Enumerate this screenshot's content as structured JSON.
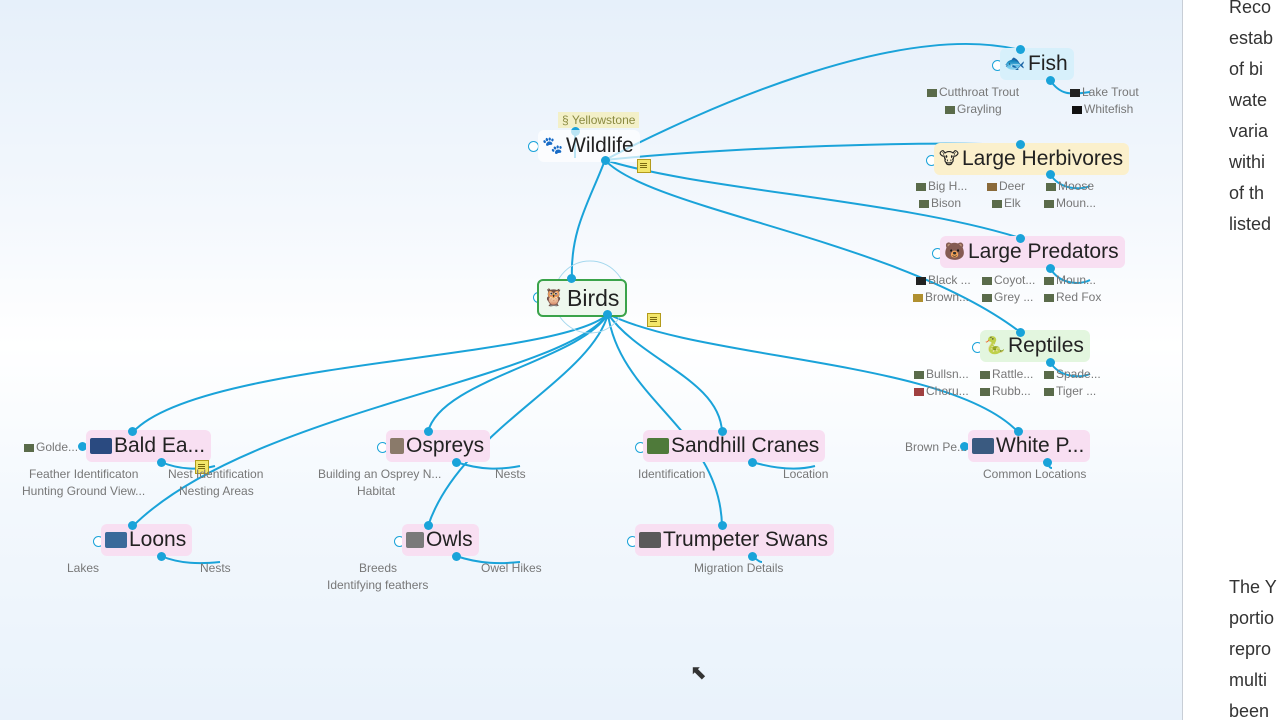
{
  "map": {
    "root": {
      "label": "Wildlife",
      "icon": "paw-icon",
      "glyph": "🐾"
    },
    "tag": {
      "label": "Yellowstone",
      "glyph": "§"
    },
    "center": {
      "label": "Birds",
      "icon": "owl-icon",
      "glyph": "🦉"
    },
    "topics": {
      "fish": {
        "label": "Fish",
        "glyph": "🐟",
        "subs": [
          "Cutthroat Trout",
          "Lake Trout",
          "Grayling",
          "Whitefish"
        ]
      },
      "herb": {
        "label": "Large Herbivores",
        "glyph": "🐮",
        "subs": [
          "Big H...",
          "Deer",
          "Moose",
          "Bison",
          "Elk",
          "Moun..."
        ]
      },
      "pred": {
        "label": "Large Predators",
        "glyph": "🐻",
        "subs": [
          "Black ...",
          "Coyot...",
          "Moun...",
          "Brown...",
          "Grey ...",
          "Red Fox"
        ]
      },
      "rept": {
        "label": "Reptiles",
        "glyph": "🐍",
        "subs": [
          "Bullsn...",
          "Rattle...",
          "Spade...",
          "Choru...",
          "Rubb...",
          "Tiger ..."
        ]
      },
      "eagle": {
        "label": "Bald Ea...",
        "subs": [
          "Golde...",
          "Feather Identificaton",
          "Nest Identification",
          "Hunting Ground View...",
          "Nesting Areas"
        ]
      },
      "osprey": {
        "label": "Ospreys",
        "subs": [
          "Building an Osprey N...",
          "Nests",
          "Habitat"
        ]
      },
      "crane": {
        "label": "Sandhill Cranes",
        "subs": [
          "Identification",
          "Location"
        ]
      },
      "pelican": {
        "label": "White P...",
        "subs": [
          "Brown Pe...",
          "Common Locations"
        ]
      },
      "loon": {
        "label": "Loons",
        "subs": [
          "Lakes",
          "Nests"
        ]
      },
      "owl": {
        "label": "Owls",
        "subs": [
          "Breeds",
          "Owel Hikes",
          "Identifying feathers"
        ]
      },
      "swan": {
        "label": "Trumpeter Swans",
        "subs": [
          "Migration Details"
        ]
      }
    }
  },
  "panel": {
    "lines_top": [
      "Reco",
      "estab",
      "of bi",
      "wate",
      "varia",
      "withi",
      "of th",
      "listed"
    ],
    "lines_bottom": [
      "The Y",
      "portio",
      "repro",
      "multi",
      "been"
    ]
  },
  "colors": {
    "edge": "#1aa3d9",
    "birds_border": "#3aa34a"
  }
}
